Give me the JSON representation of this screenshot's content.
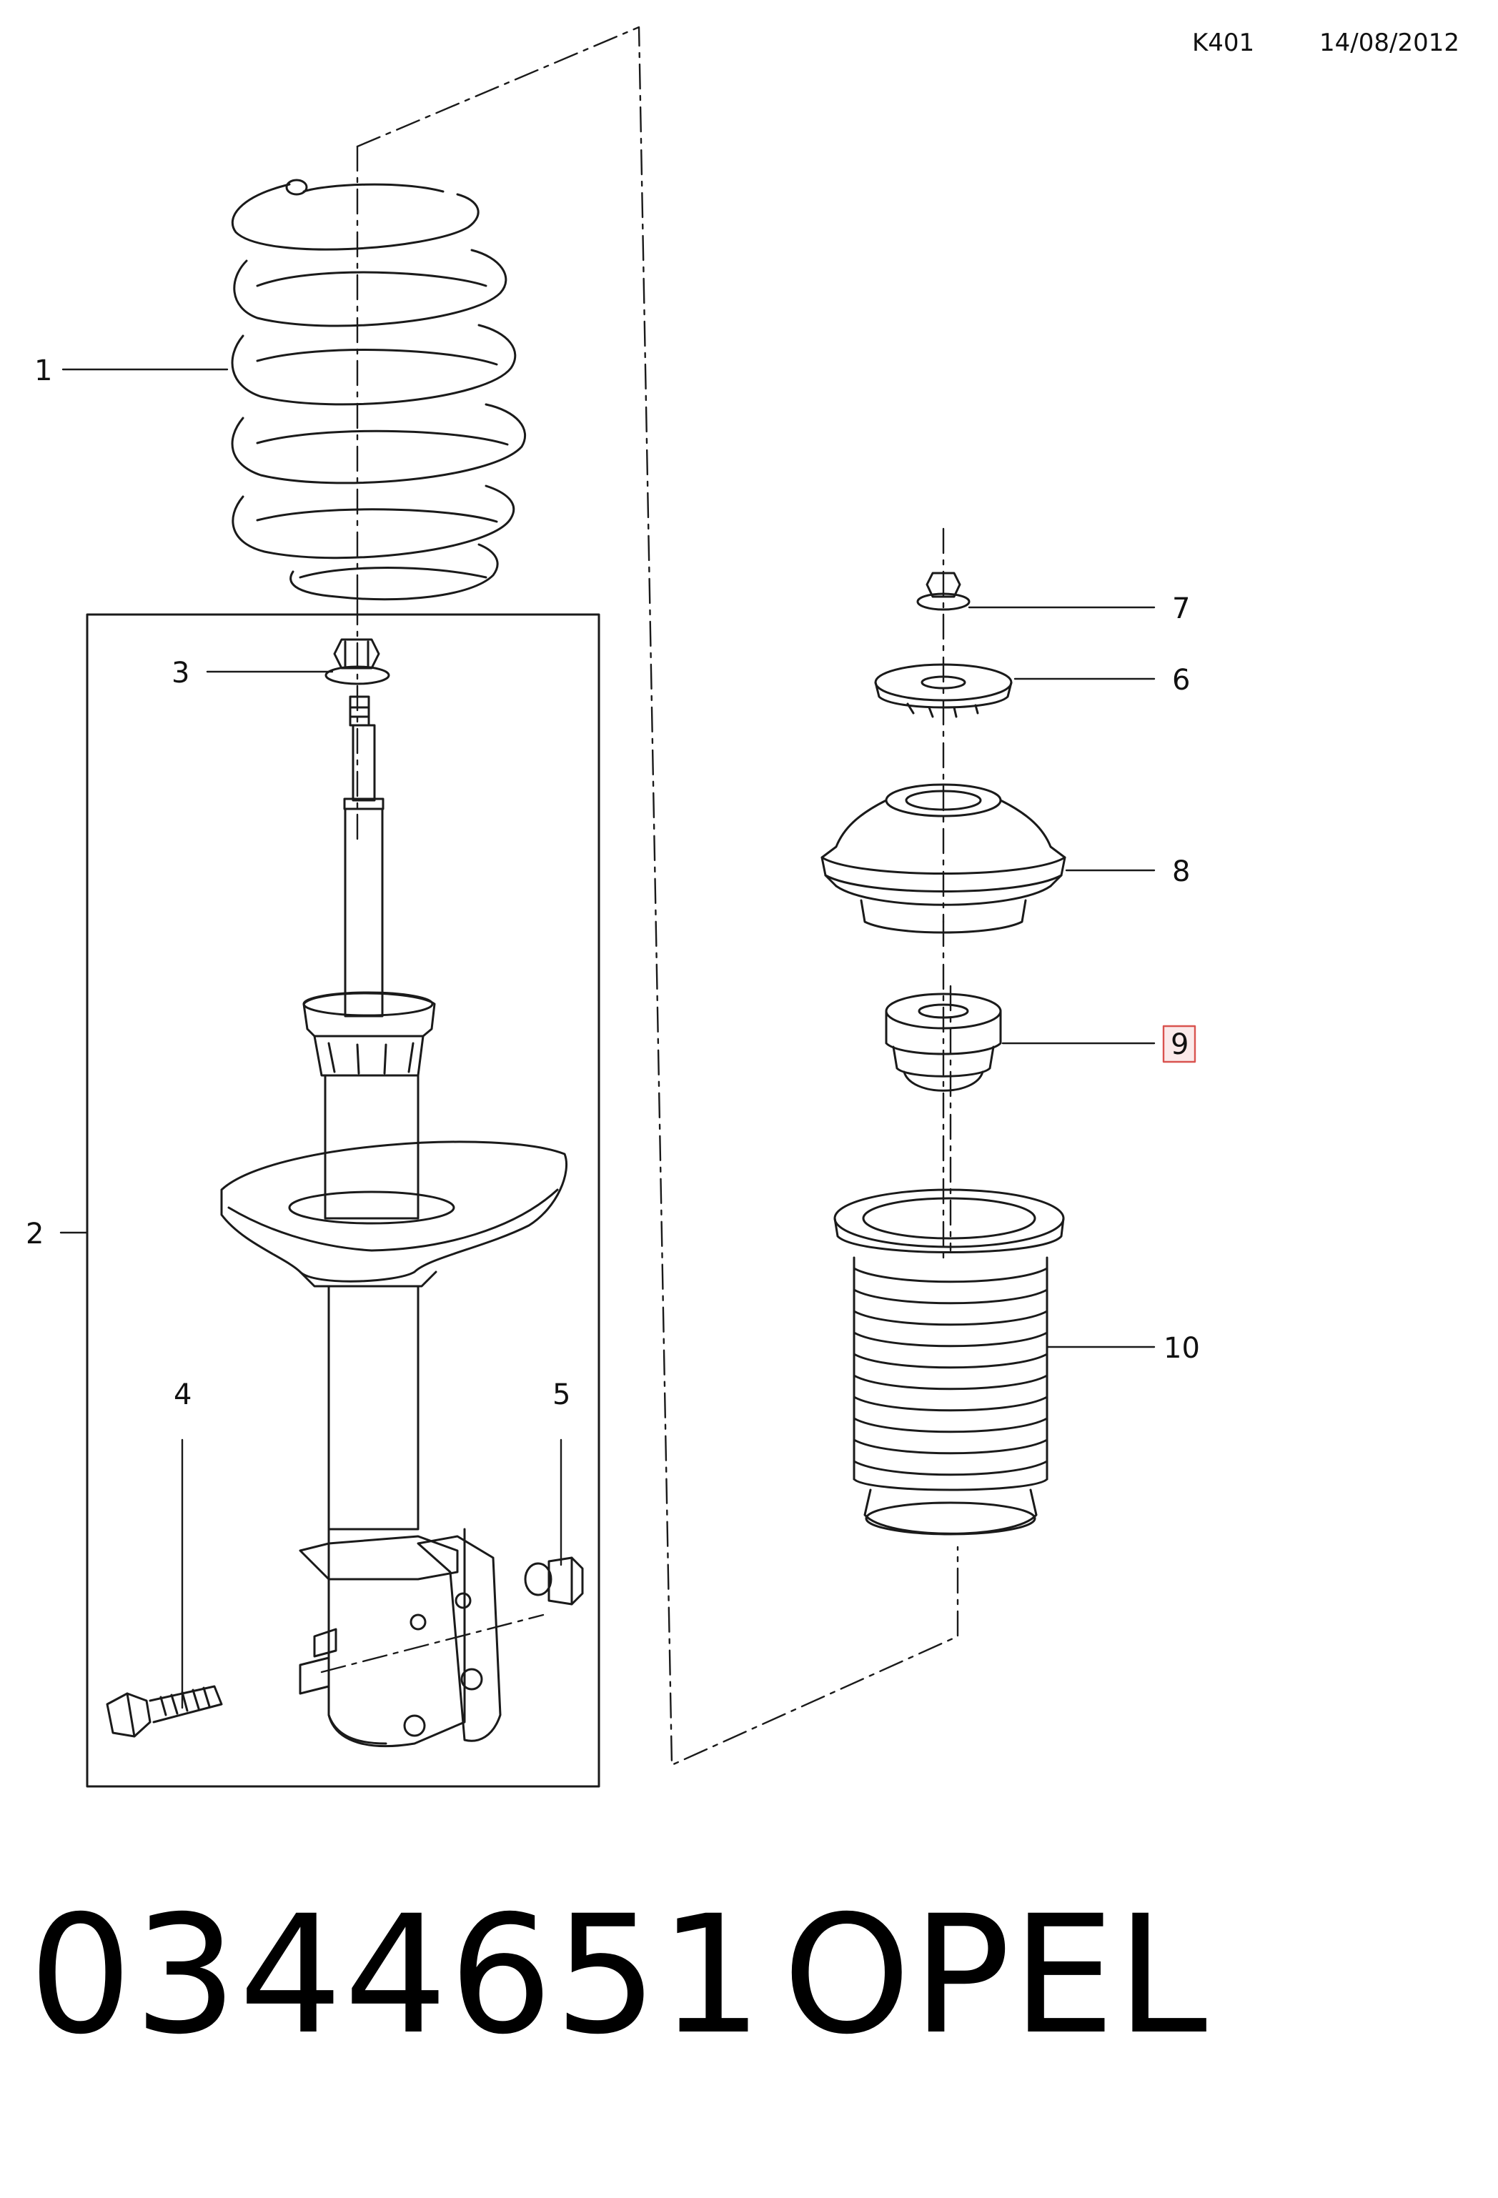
{
  "header": {
    "code": "K401",
    "date": "14/08/2012"
  },
  "footer": {
    "part_number": "0344651",
    "brand": "OPEL"
  },
  "callouts": [
    {
      "id": "1",
      "label": "1"
    },
    {
      "id": "2",
      "label": "2"
    },
    {
      "id": "3",
      "label": "3"
    },
    {
      "id": "4",
      "label": "4"
    },
    {
      "id": "5",
      "label": "5"
    },
    {
      "id": "6",
      "label": "6"
    },
    {
      "id": "7",
      "label": "7"
    },
    {
      "id": "8",
      "label": "8"
    },
    {
      "id": "9",
      "label": "9",
      "highlighted": true
    },
    {
      "id": "10",
      "label": "10"
    }
  ],
  "colors": {
    "line": "#1a1a1a",
    "highlight": "#d9534f"
  }
}
